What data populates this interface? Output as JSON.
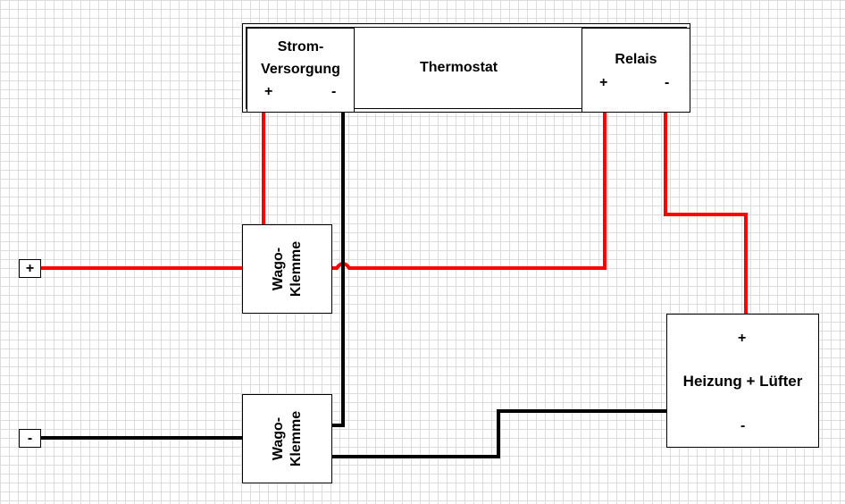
{
  "thermostat": {
    "title": "Thermostat",
    "power": {
      "line1": "Strom-",
      "line2": "Versorgung",
      "plus": "+",
      "minus": "-"
    },
    "relay": {
      "title": "Relais",
      "plus": "+",
      "minus": "-"
    }
  },
  "wago_top": {
    "line1": "Wago-",
    "line2": "Klemme"
  },
  "wago_bottom": {
    "line1": "Wago-",
    "line2": "Klemme"
  },
  "heater": {
    "title": "Heizung + Lüfter",
    "plus": "+",
    "minus": "-"
  },
  "inputs": {
    "plus": "+",
    "minus": "-"
  },
  "colors": {
    "positive_wire": "#ff0000",
    "negative_wire": "#000000",
    "grid": "#dcdcdc"
  }
}
